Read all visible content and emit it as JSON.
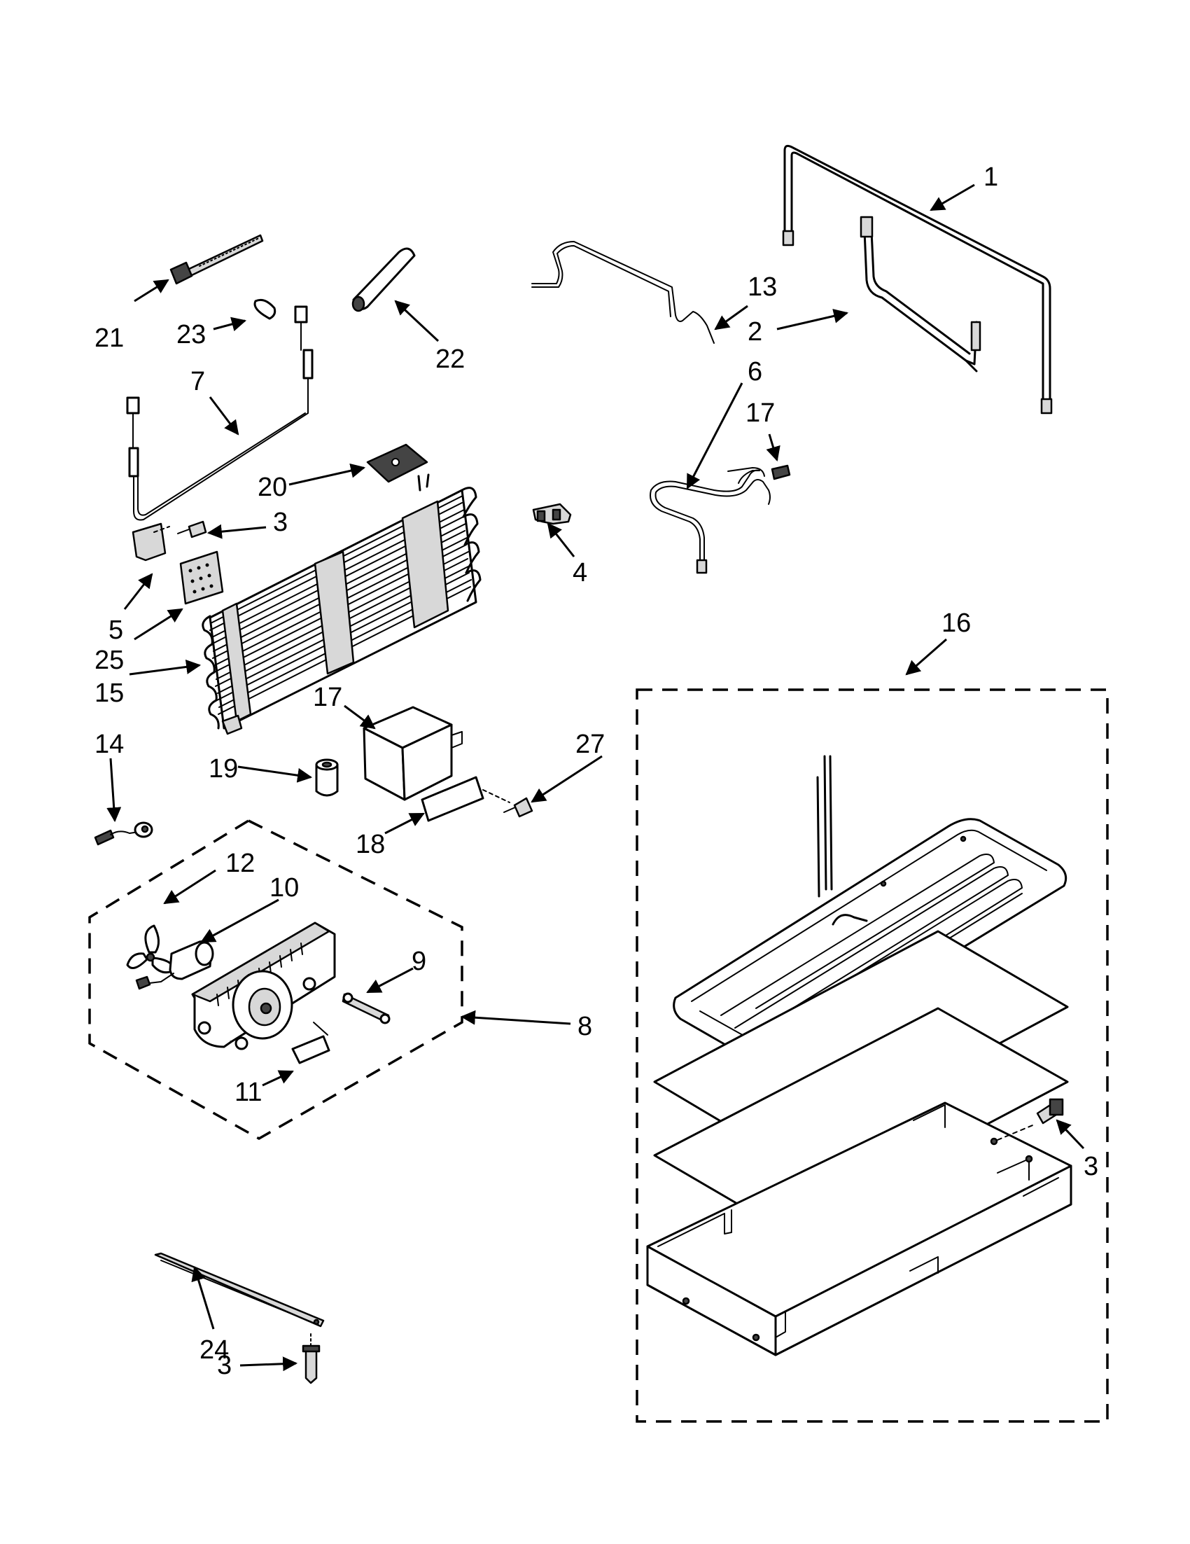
{
  "callouts": {
    "c1": "1",
    "c2": "2",
    "c3a": "3",
    "c3b": "3",
    "c3c": "3",
    "c4": "4",
    "c5": "5",
    "c6": "6",
    "c7": "7",
    "c8": "8",
    "c9": "9",
    "c10": "10",
    "c11": "11",
    "c12": "12",
    "c13": "13",
    "c14": "14",
    "c15": "15",
    "c16": "16",
    "c17a": "17",
    "c17b": "17",
    "c18": "18",
    "c19": "19",
    "c20": "20",
    "c21": "21",
    "c22": "22",
    "c23": "23",
    "c24": "24",
    "c25": "25",
    "c27": "27"
  }
}
